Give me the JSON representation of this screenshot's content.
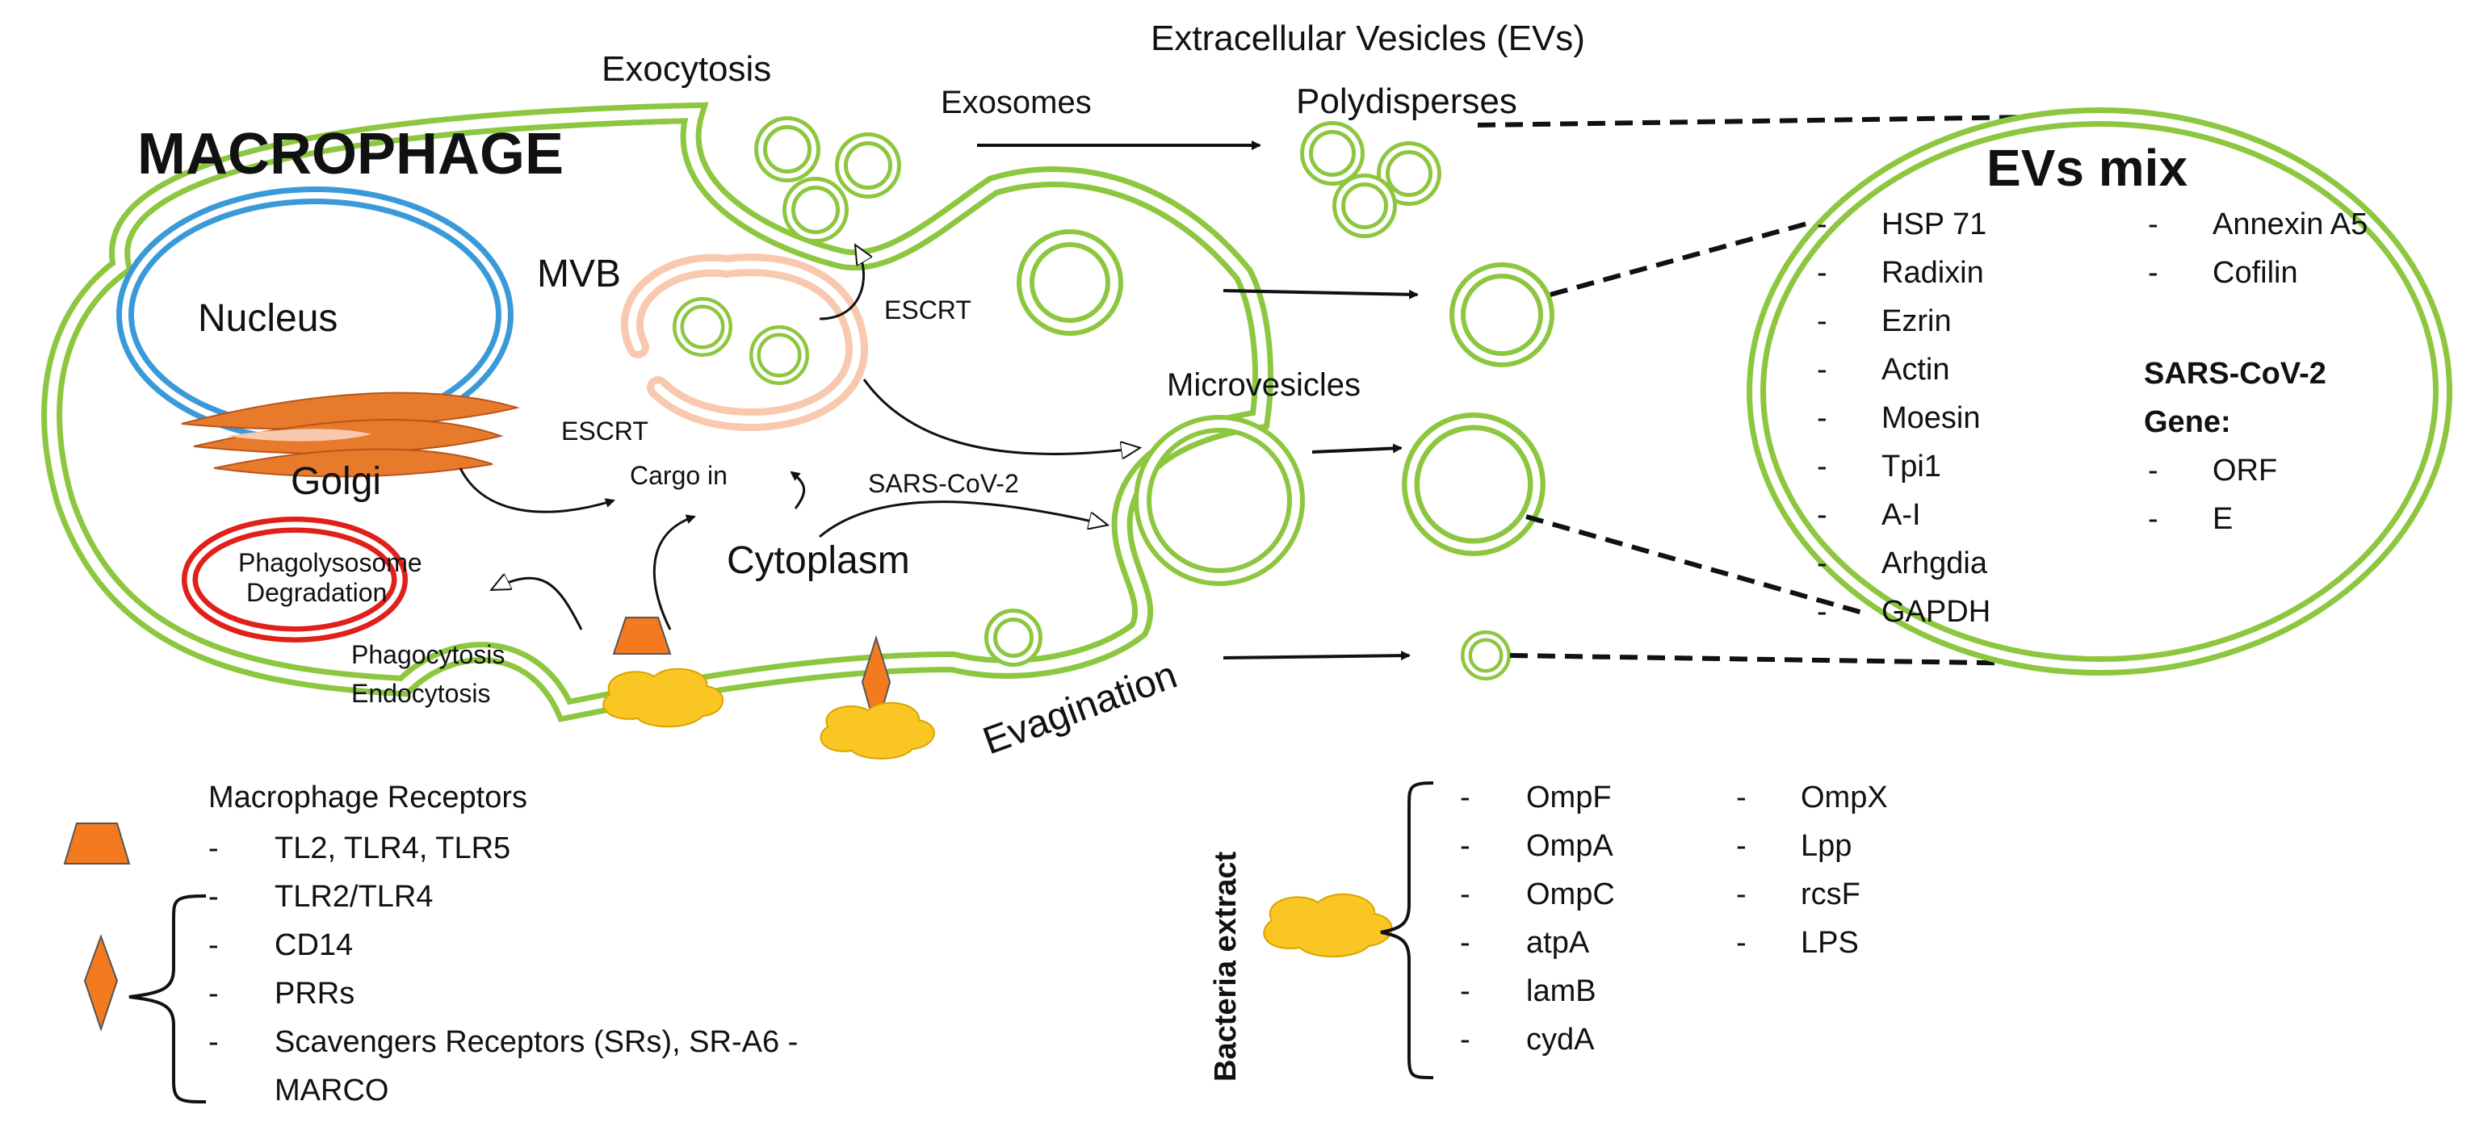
{
  "labels": {
    "macrophage": "MACROPHAGE",
    "nucleus": "Nucleus",
    "golgi": "Golgi",
    "mvb": "MVB",
    "escrt_top": "ESCRT",
    "escrt_left": "ESCRT",
    "cargo_in": "Cargo in",
    "sars_arrow": "SARS-CoV-2",
    "cytoplasm": "Cytoplasm",
    "phagolysosome_1": "Phagolysosome",
    "phagolysosome_2": "Degradation",
    "phagocytosis": "Phagocytosis",
    "endocytosis": "Endocytosis",
    "exocytosis": "Exocytosis",
    "exosomes": "Exosomes",
    "microvesicles": "Microvesicles",
    "evagination": "Evagination",
    "ev_title": "Extracellular Vesicles (EVs)",
    "polydisperses": "Polydisperses"
  },
  "evs_mix": {
    "title": "EVs mix",
    "col1": [
      "HSP 71",
      "Radixin",
      "Ezrin",
      "Actin",
      "Moesin",
      "Tpi1",
      "A-I",
      "Arhgdia",
      "GAPDH"
    ],
    "col2": [
      "Annexin A5",
      "Cofilin"
    ],
    "sars_title": "SARS-CoV-2",
    "sars_gene": "Gene:",
    "genes": [
      "ORF",
      "E"
    ]
  },
  "legend": {
    "receptors_title": "Macrophage Receptors",
    "trapezoid_items": [
      "TL2, TLR4, TLR5"
    ],
    "diamond_items": [
      "TLR2/TLR4",
      "CD14",
      "PRRs",
      "Scavengers Receptors (SRs), SR-A6 -",
      "MARCO"
    ]
  },
  "bacteria": {
    "title": "Bacteria extract",
    "col1": [
      "OmpF",
      "OmpA",
      "OmpC",
      "atpA",
      "lamB",
      "cydA"
    ],
    "col2": [
      "OmpX",
      "Lpp",
      "rcsF",
      "LPS"
    ]
  },
  "colors": {
    "membrane": "#8DC63F",
    "nucleus": "#3A9AD9",
    "golgi": "#E87A2C",
    "phagolysosome": "#E0201B",
    "mvb": "#F8C9AE",
    "receptor": "#F47A20",
    "bacteria": "#F9C623"
  }
}
